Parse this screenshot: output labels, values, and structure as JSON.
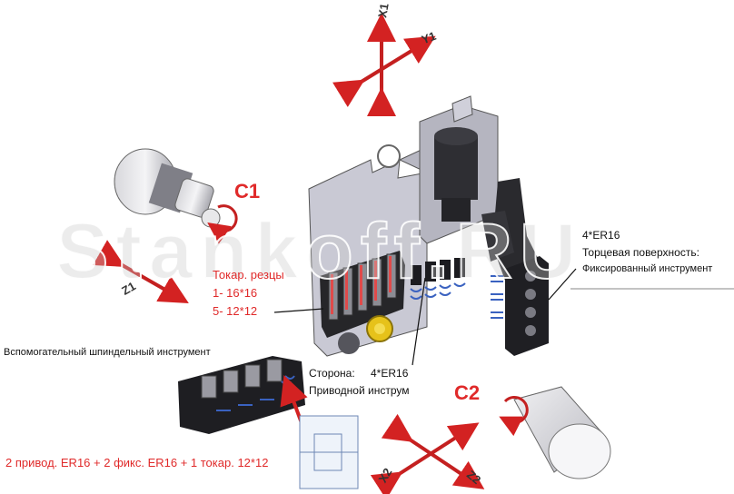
{
  "colors": {
    "accent_red": "#d32222",
    "label_red": "#e02a2a",
    "machine_grey": "#c8c8d2",
    "tool_dark": "#2b2b2e",
    "yellow": "#e6c21a"
  },
  "axes": {
    "x1": "X1",
    "y1": "Y1",
    "c1": "C1",
    "z1": "Z1",
    "c2": "C2",
    "x2": "X2",
    "z2": "Z2"
  },
  "watermark": "Stankoff.RU",
  "labels": {
    "turning_title": "Токар. резцы",
    "turning_line1": "1- 16*16",
    "turning_line2": "5- 12*12",
    "face_count": "4*ER16",
    "face_title": "Торцевая поверхность:",
    "face_desc": "Фиксированный инструмент",
    "side_title": "Сторона:",
    "side_count": "4*ER16",
    "side_desc": "Приводной инструм",
    "aux_title": "Вспомогательный шпиндельный инструмент",
    "aux_bottom": "2 привод. ER16 + 2 фикс. ER16 + 1 токар. 12*12"
  }
}
